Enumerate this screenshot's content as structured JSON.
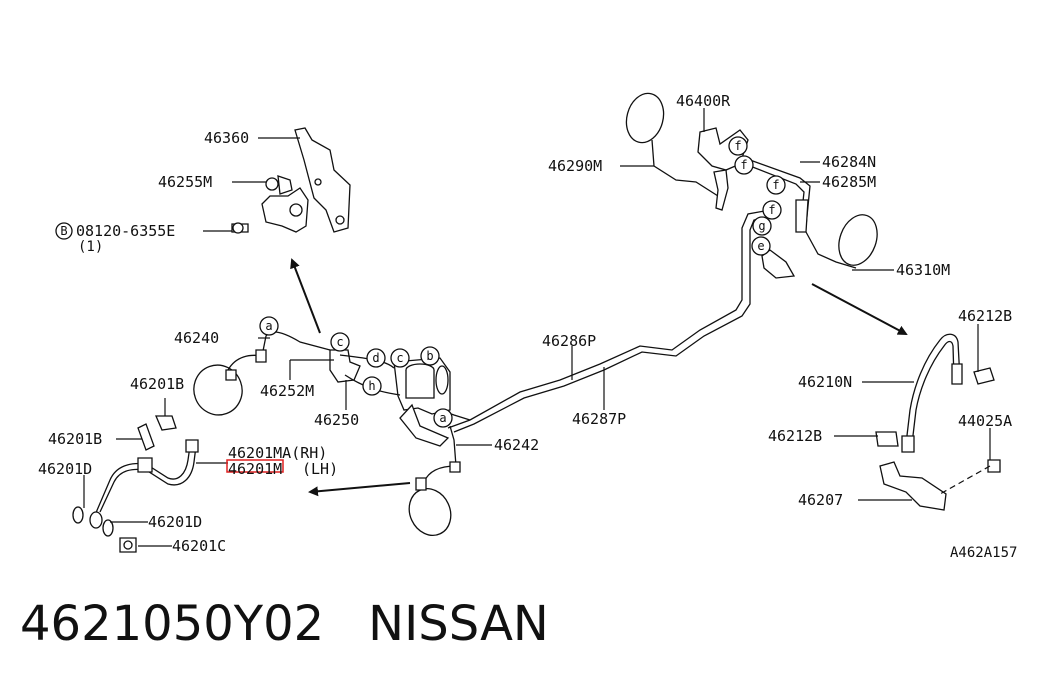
{
  "labels": {
    "p46360": "46360",
    "p46255M": "46255M",
    "p08120": "08120-6355E",
    "p08120_qty": "(1)",
    "bolt_marker": "B",
    "p46240": "46240",
    "p46252M": "46252M",
    "p46250": "46250",
    "p46242": "46242",
    "p46201B_a": "46201B",
    "p46201B_b": "46201B",
    "p46201D_a": "46201D",
    "p46201D_b": "46201D",
    "p46201C": "46201C",
    "p46201MA": "46201MA(RH)",
    "p46201M": "46201M",
    "p46201M_side": "(LH)",
    "p46400R": "46400R",
    "p46290M": "46290M",
    "p46284N": "46284N",
    "p46285M": "46285M",
    "p46310M": "46310M",
    "p46286P": "46286P",
    "p46287P": "46287P",
    "p46212B_a": "46212B",
    "p46212B_b": "46212B",
    "p46210N": "46210N",
    "p44025A": "44025A",
    "p46207": "46207",
    "ref_code": "A462A157"
  },
  "callouts": {
    "a": "a",
    "b": "b",
    "c": "c",
    "d": "d",
    "e": "e",
    "f": "f",
    "g": "g",
    "h": "h"
  },
  "highlight_color": "#e02020",
  "footer": {
    "part_number": "4621050Y02",
    "brand": "NISSAN"
  }
}
